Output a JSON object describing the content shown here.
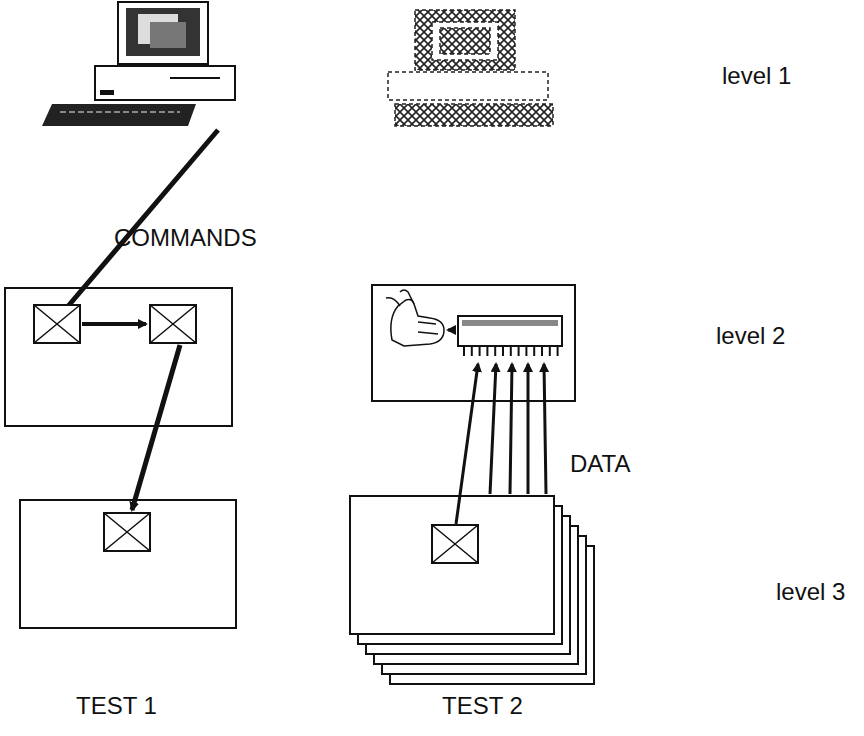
{
  "diagram": {
    "labels": [
      "level 1",
      "COMMANDS",
      "level 2",
      "DATA",
      "level 3",
      "TEST 1",
      "TEST 2"
    ]
  }
}
